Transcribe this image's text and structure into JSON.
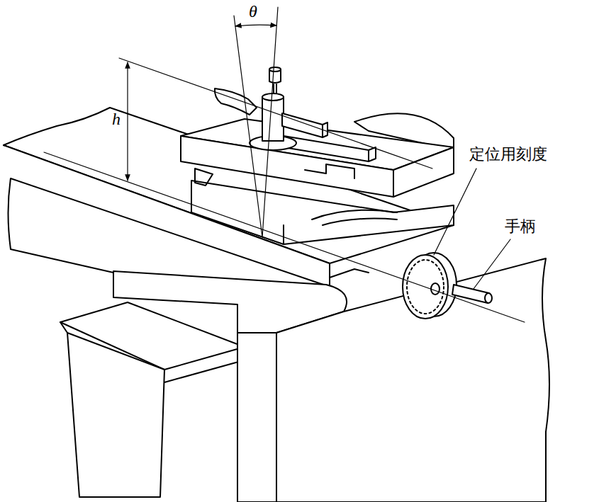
{
  "diagram": {
    "labels": [
      "θ",
      "h",
      "定位用刻度",
      "手柄"
    ]
  }
}
